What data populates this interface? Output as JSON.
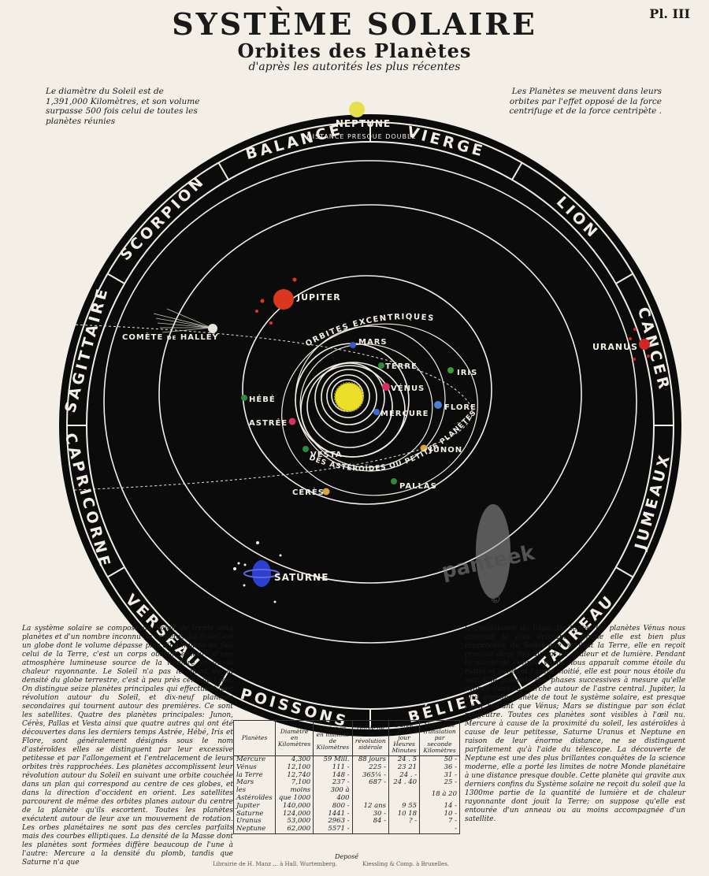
{
  "title": "SYSTÈME SOLAIRE",
  "subtitle": "Orbites des Planètes",
  "subsubtitle": "d'après les autorités les plus récentes",
  "plate": "Pl. III",
  "note_left": "Le diamètre du Soleil est de 1,391,000 Kilomètres, et son volume surpasse 500 fois celui de toutes les planètes réunies",
  "note_right": "Les Planètes se meuvent dans leurs orbites par l'effet opposé de la force centrifuge et de la force centripète .",
  "zodiac": [
    "BALANCE",
    "VIERGE",
    "LION",
    "CANCER",
    "JUMEAUX",
    "TAUREAU",
    "BÉLIER",
    "POISSONS",
    "VERSEAU",
    "CAPRICORNE",
    "SAGITTAIRE",
    "SCORPION"
  ],
  "bodies": {
    "neptune": "NEPTUNE",
    "neptune_note": "DISTANCE PRESQUE DOUBLE",
    "uranus": "URANUS",
    "jupiter": "JUPITER",
    "saturne": "SATURNE",
    "comet": "COMÈTE",
    "comet_de": "DE",
    "comet_name": "HALLEY",
    "mars": "MARS",
    "terre": "TERRE",
    "venus": "VÉNUS",
    "mercure": "MERCURE",
    "iris": "IRIS",
    "flore": "FLORE",
    "junon": "JUNON",
    "pallas": "PALLAS",
    "ceres": "CÉRÈS",
    "vesta": "VESTA",
    "astree": "ASTRÉE",
    "hebe": "HÉBÉ",
    "excentriques": "ORBITES EXCENTRIQUES",
    "asteroides": "DES ASTÉROÏDES OU PETITES PLANÈTES"
  },
  "watermark": "panteek",
  "text_left": "La système solaire se compose du Soleil de trente cinq planètes et d'un nombre inconnu de comètes. Le Soleil est un globe dont le volume dépasse plus d'un million de fois celui de la Terre, c'est un corps obscur, entouré d'une atmosphère lumineuse source de la lumière et de la chaleur rayonnante. Le Soleil n'a pas le quart de la densité du globe terrestre, c'est à peu près celle de l'eau. On distingue seize planètes principales qui effectuent leur révolution autour du Soleil, et dix-neuf planètes secondaires qui tournent autour des premières. Ce sont les satellites. Quatre des planètes principales: Junon, Cérès, Pallas et Vesta ainsi que quatre autres qui ont été découvertes dans les derniers temps Astrée, Hébé, Iris et Flore, sont généralement désignés sous le nom d'astéroïdes elles se distinguent par leur excessive petitesse et par l'allongement et l'entrelacement de leurs orbites très rapprochées. Les planètes accomplissent leur révolution autour du Soleil en suivant une orbite couchée dans un plan qui correspond au centre de ces globes, et dans la direction d'occident en orient. Les satellites parcourent de même des orbites planes autour du centre de la planète qu'ils escortent. Toutes les planètes exécutent autour de leur axe un mouvement de rotation. Les orbes planétaires ne sont pas des cercles parfaits mais des courbes elliptiques. La densité de la Masse dont les planètes sont formées diffère beaucoup de l'une à l'autre: Mercure a la densité du plomb, tandis que Saturne n'a que",
  "text_right": "la consistance du liège. De toutes les planètes Vénus nous apparaît la plus éclatante comme elle est bien plus rapprochée du Soleil que ne l'est la Terre, elle en reçoit presque deux fois autant de chaleur et de lumière. Pendant la moitié de l'année Vénus nous apparaît comme étoile du matin et pendant l'autre moitié, elle est pour nous étoile du soir. Elle présente des phases successives à mesure qu'elle avance dans sa marche autour de l'astre central. Jupiter, la plus grande planète de tout le système solaire, est presque aussi brillant que Vénus; Mars se distingue par son éclat rougeâtre. Toutes ces planètes sont visibles à l'œil nu. Mercure à cause de la proximité du soleil, les astéroïdes à cause de leur petitesse, Saturne Uranus et Neptune en raison de leur énorme distance, ne se distinguent parfaitement qu'à l'aide du télescope. La découverte de Neptune est une des plus brillantes conquêtes de la science moderne, elle a porté les limites de notre Monde planétaire à une distance presque double. Cette planète qui gravite aux derniers confins du Système solaire ne reçoit du soleil que la 1300me partie de la quantité de lumière et de chaleur rayonnante dont jouit la Terre; on suppose qu'elle est entourée d'un anneau ou au moins accompagnée d'un satellite.",
  "table": {
    "headers": [
      "Planètes",
      "Diamètre en Kilomètres",
      "Distance en millions de Kilomètres",
      "Durée de la révolution sidérale",
      "Durée d'un jour Heures Minutes",
      "Vitesse de translation par seconde Kilomètres"
    ],
    "rows": [
      [
        "Mercure",
        "4,300",
        "59 Mill.",
        "88 jours",
        "24 . 5",
        "50 -"
      ],
      [
        "Vénus",
        "12,100",
        "111 -",
        "225 -",
        "23 21",
        "36 -"
      ],
      [
        "la Terre",
        "12,740",
        "148 -",
        "365¼ -",
        "24 . -",
        "31 -"
      ],
      [
        "Mars",
        "7,100",
        "237 -",
        "687 -",
        "24 . 40",
        "25 -"
      ],
      [
        "les Astéroïdes",
        "moins que 1000",
        "300 à 400",
        "",
        "",
        "18 à 20"
      ],
      [
        "Jupiter",
        "140,000",
        "800 -",
        "12 ans",
        "9 55",
        "14 -"
      ],
      [
        "Saturne",
        "124,000",
        "1441 -",
        "30 -",
        "10 18",
        "10 -"
      ],
      [
        "Uranus",
        "53,000",
        "2963 -",
        "84 -",
        "? -",
        "7 -"
      ],
      [
        "Neptune",
        "62,000",
        "5571 -",
        "",
        "",
        "-"
      ]
    ],
    "footer": "Deposé"
  },
  "imprint_left": "Librairie de H. Manz ... à Hall. Wurtemberg.",
  "imprint_right": "Kiessling & Comp. à Bruxelles.",
  "colors": {
    "sky": "#0b0b0b",
    "paper": "#f3efe6",
    "sun": "#ecdf2a",
    "jupiter": "#d9381e",
    "uranus": "#d42525",
    "saturne": "#2d3fd0",
    "neptune": "#e6e04a"
  }
}
